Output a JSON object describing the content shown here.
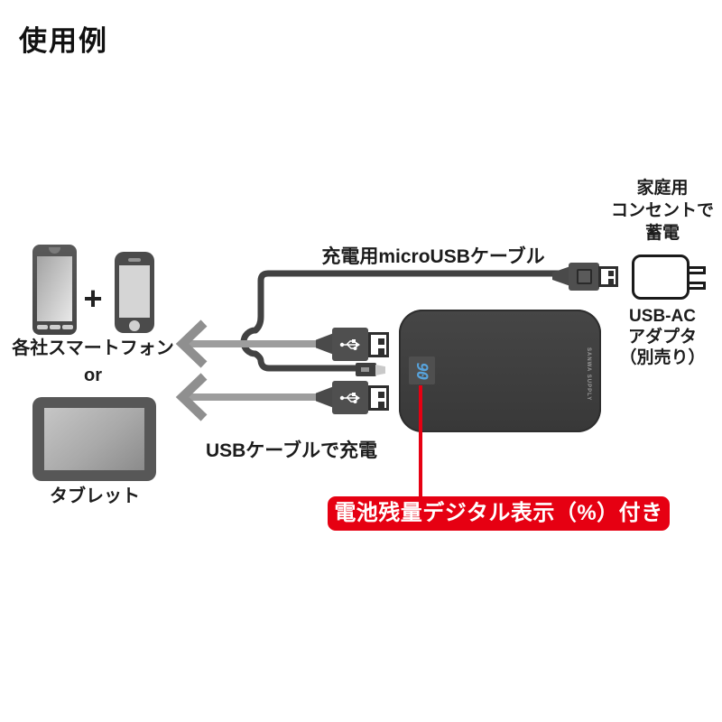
{
  "title": "使用例",
  "left_devices": {
    "smartphones_label": "各社スマートフォン",
    "plus_sign": "+",
    "or_label": "or",
    "tablet_label": "タブレット"
  },
  "cables": {
    "micro_usb_label": "充電用microUSBケーブル",
    "usb_charge_label": "USBケーブルで充電"
  },
  "right_column": {
    "outlet_lines": [
      "家庭用",
      "コンセントで",
      "蓄電"
    ],
    "adapter_lines": [
      "USB-AC",
      "アダプタ",
      "（別売り）"
    ]
  },
  "power_bank": {
    "display_value": "90",
    "brand": "SANWA SUPPLY"
  },
  "callout": {
    "battery_note": "電池残量デジタル表示（%）付き"
  },
  "colors": {
    "accent_red": "#e60012",
    "display_blue": "#57a3dc",
    "device_body": "#3d3d3d",
    "arrow_gray": "#8f8f8f",
    "cable_gray": "#9d9d9d",
    "dark_cable": "#424242"
  }
}
